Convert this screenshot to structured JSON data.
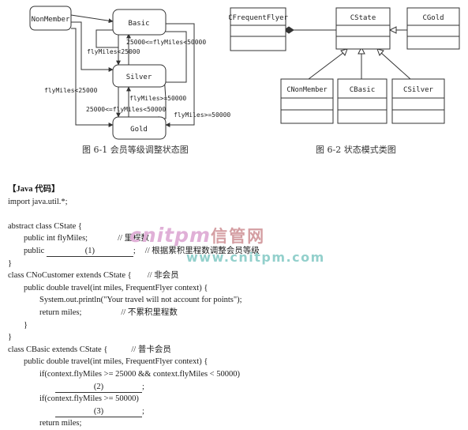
{
  "diagram1": {
    "states": {
      "nonmember": "NonMember",
      "basic": "Basic",
      "silver": "Silver",
      "gold": "Gold"
    },
    "transitions": {
      "t1": "25000<=flyMiles<50000",
      "t2": "flyMiles<25000",
      "t3": "flyMiles<25000",
      "t4": "flyMiles>=50000",
      "t5": "25000<=flyMiles<50000",
      "t6": "flyMiles>=50000"
    },
    "caption": "图 6-1 会员等级调整状态图"
  },
  "diagram2": {
    "classes": {
      "cfrequent": "CFrequentFlyer",
      "cstate": "CState",
      "cgold": "CGold",
      "cnonmember": "CNonMember",
      "cbasic": "CBasic",
      "csilver": "CSilver"
    },
    "caption": "图 6-2 状态模式类图"
  },
  "code": {
    "header": "【Java 代码】",
    "lines": {
      "l1": "import java.util.*;",
      "l2": "abstract class CState {",
      "l3": "public int flyMiles;",
      "l3c": "// 里程数",
      "l4a": "public",
      "l4blank": "(1)",
      "l4b": ";",
      "l4c": "// 根据累积里程数调整会员等级",
      "l5": "}",
      "l6": "class CNoCustomer extends CState {",
      "l6c": "// 非会员",
      "l7": "public double travel(int miles, FrequentFlyer context) {",
      "l8": "System.out.println(\"Your travel will not account for points\");",
      "l9": "return miles;",
      "l9c": "// 不累积里程数",
      "l10": "}",
      "l11": "}",
      "l12": "class CBasic extends CState {",
      "l12c": "// 普卡会员",
      "l13": "public double travel(int miles, FrequentFlyer context) {",
      "l14": "if(context.flyMiles >= 25000 && context.flyMiles < 50000)",
      "l15blank": "(2)",
      "l15b": ";",
      "l16": "if(context.flyMiles >= 50000)",
      "l17blank": "(3)",
      "l17b": ";",
      "l18": "return miles;"
    }
  },
  "watermark": {
    "brand": "cnitpm",
    "brand_cn": "信管网",
    "url": "www.cnitpm.com"
  }
}
